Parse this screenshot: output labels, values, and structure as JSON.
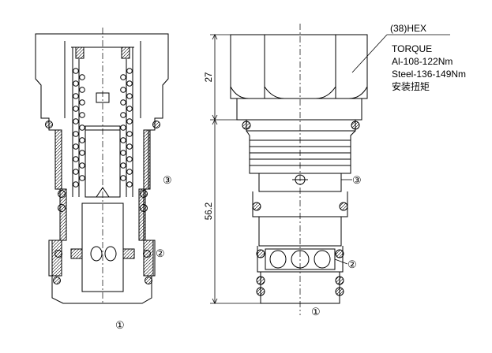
{
  "hex_label": "(38)HEX",
  "torque": {
    "title": "TORQUE",
    "aluminum": "Al-108-122Nm",
    "steel": "Steel-136-149Nm",
    "chinese": "安装扭矩"
  },
  "dimensions": {
    "upper": "27",
    "lower": "56.2"
  },
  "ports": {
    "port1": "①",
    "port2": "②",
    "port3": "③"
  }
}
